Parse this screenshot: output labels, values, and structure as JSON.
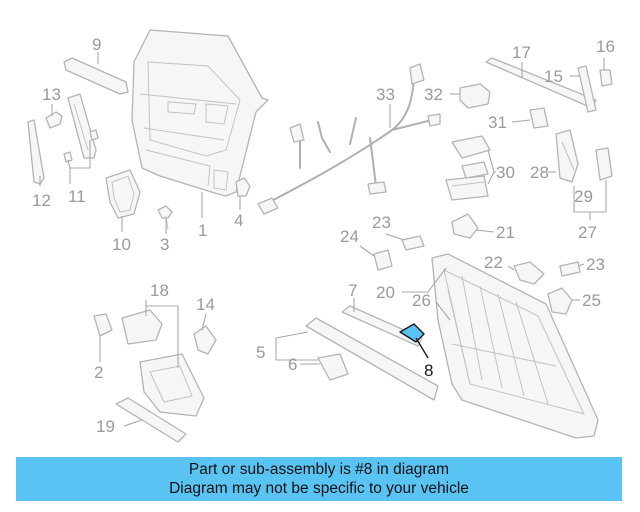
{
  "diagram": {
    "highlight_part": "8",
    "callouts": {
      "c1": "1",
      "c2": "2",
      "c3": "3",
      "c4": "4",
      "c5": "5",
      "c6": "6",
      "c7": "7",
      "c8": "8",
      "c9": "9",
      "c10": "10",
      "c11": "11",
      "c12": "12",
      "c13": "13",
      "c14": "14",
      "c15": "15",
      "c16": "16",
      "c17": "17",
      "c18": "18",
      "c19": "19",
      "c20": "20",
      "c21": "21",
      "c22": "22",
      "c23a": "23",
      "c23b": "23",
      "c24": "24",
      "c25": "25",
      "c26": "26",
      "c27": "27",
      "c28": "28",
      "c29": "29",
      "c30": "30",
      "c31": "31",
      "c32": "32",
      "c33": "33"
    },
    "colors": {
      "highlight_part_fill": "#59c3f3",
      "highlight_callout": "#1a1a1a",
      "part_outline": "#b4b4b4"
    }
  },
  "banner": {
    "line1": "Part or sub-assembly is #8 in diagram",
    "line2": "Diagram may not be specific to your vehicle",
    "background": "#59c3f3"
  }
}
